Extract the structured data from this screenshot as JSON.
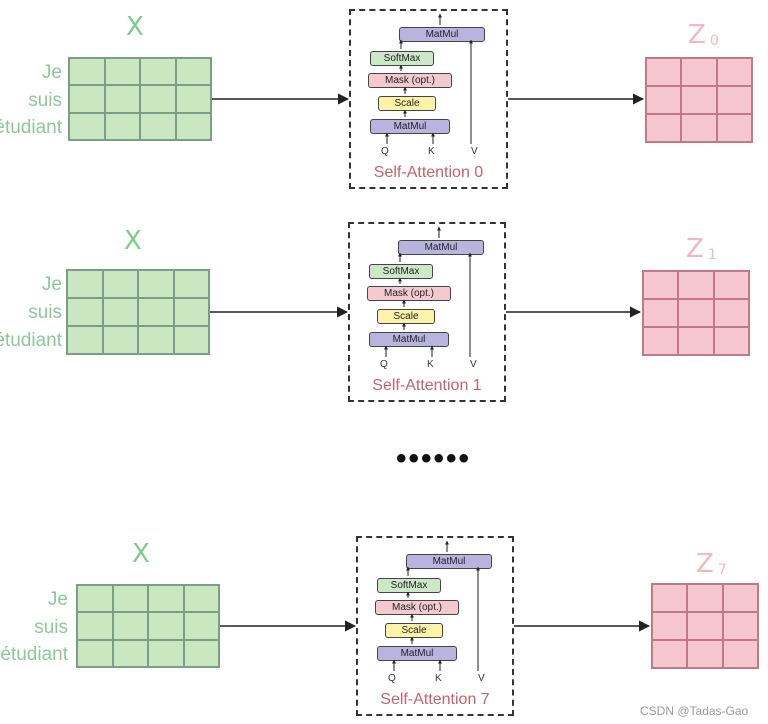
{
  "rows": [
    {
      "x_label": "X",
      "words": [
        "Je",
        "suis",
        "étudiant"
      ],
      "attention": {
        "caption": "Self-Attention 0",
        "matmul_top": "MatMul",
        "softmax": "SoftMax",
        "mask": "Mask (opt.)",
        "scale": "Scale",
        "matmul_bottom": "MatMul",
        "q": "Q",
        "k": "K",
        "v": "V"
      },
      "z_label": "Z",
      "z_sub": "0"
    },
    {
      "x_label": "X",
      "words": [
        "Je",
        "suis",
        "étudiant"
      ],
      "attention": {
        "caption": "Self-Attention 1",
        "matmul_top": "MatMul",
        "softmax": "SoftMax",
        "mask": "Mask (opt.)",
        "scale": "Scale",
        "matmul_bottom": "MatMul",
        "q": "Q",
        "k": "K",
        "v": "V"
      },
      "z_label": "Z",
      "z_sub": "1"
    },
    {
      "x_label": "X",
      "words": [
        "Je",
        "suis",
        "étudiant"
      ],
      "attention": {
        "caption": "Self-Attention 7",
        "matmul_top": "MatMul",
        "softmax": "SoftMax",
        "mask": "Mask (opt.)",
        "scale": "Scale",
        "matmul_bottom": "MatMul",
        "q": "Q",
        "k": "K",
        "v": "V"
      },
      "z_label": "Z",
      "z_sub": "7"
    }
  ],
  "ellipsis": "••••••",
  "watermark": "CSDN @Tadas-Gao",
  "colors": {
    "x_green": "#7ccb86",
    "grid_green": "#c9e8c2",
    "grid_pink": "#f6c7cf",
    "caption_red": "#c5626f",
    "matmul": "#b9b3e0",
    "softmax": "#cde8c9",
    "mask": "#f4c9d0",
    "scale": "#fbf4a8"
  }
}
